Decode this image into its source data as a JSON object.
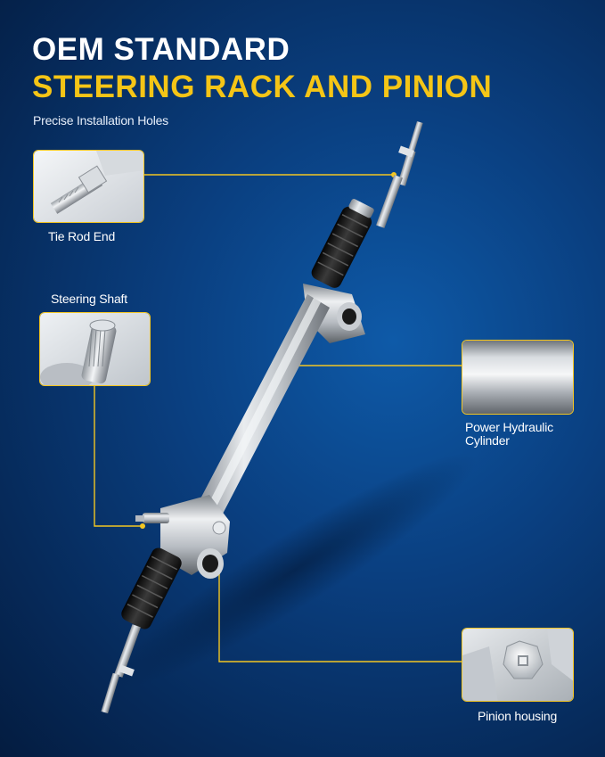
{
  "header": {
    "title_line1": "OEM STANDARD",
    "title_line2": "STEERING RACK AND PINION",
    "subtitle": "Precise Installation Holes"
  },
  "callouts": {
    "tie_rod_end": "Tie Rod End",
    "steering_shaft": "Steering Shaft",
    "power_hydraulic_cylinder": "Power Hydraulic Cylinder",
    "pinion_housing": "Pinion housing"
  },
  "colors": {
    "accent_yellow": "#f5c516",
    "background_blue": "#0a3f80"
  }
}
